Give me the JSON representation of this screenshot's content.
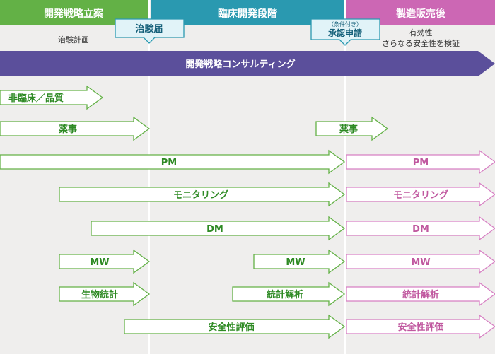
{
  "phases": {
    "strategy": {
      "label": "開発戦略立案",
      "note": "治験計画",
      "color": "#63b146"
    },
    "clinical": {
      "label": "臨床開発段階",
      "color": "#2a99b0"
    },
    "post": {
      "label": "製造販売後",
      "note_lines": [
        "有効性",
        "さらなる安全性を検証"
      ],
      "color": "#cc67b4"
    }
  },
  "milestones": {
    "ctn": {
      "label": "治験届"
    },
    "approval": {
      "label_small": "（条件付き）",
      "label": "承認申請"
    }
  },
  "consulting_band": {
    "label": "開発戦略コンサルティング",
    "color": "#5b4f9b"
  },
  "rows": [
    {
      "id": "nonclinical",
      "arrows": [
        {
          "label": "非臨床／品質",
          "style": "green"
        }
      ]
    },
    {
      "id": "regulatory",
      "arrows": [
        {
          "label": "薬事",
          "style": "green"
        },
        {
          "label": "薬事",
          "style": "green"
        }
      ]
    },
    {
      "id": "pm",
      "arrows": [
        {
          "label": "PM",
          "style": "green"
        },
        {
          "label": "PM",
          "style": "pink"
        }
      ]
    },
    {
      "id": "monitoring",
      "arrows": [
        {
          "label": "モニタリング",
          "style": "green"
        },
        {
          "label": "モニタリング",
          "style": "pink"
        }
      ]
    },
    {
      "id": "dm",
      "arrows": [
        {
          "label": "DM",
          "style": "green"
        },
        {
          "label": "DM",
          "style": "pink"
        }
      ]
    },
    {
      "id": "mw",
      "arrows": [
        {
          "label": "MW",
          "style": "green"
        },
        {
          "label": "MW",
          "style": "green"
        },
        {
          "label": "MW",
          "style": "pink"
        }
      ]
    },
    {
      "id": "stats",
      "arrows": [
        {
          "label": "生物統計",
          "style": "green"
        },
        {
          "label": "統計解析",
          "style": "green"
        },
        {
          "label": "統計解析",
          "style": "pink"
        }
      ]
    },
    {
      "id": "safety",
      "arrows": [
        {
          "label": "安全性評価",
          "style": "green"
        },
        {
          "label": "安全性評価",
          "style": "pink"
        }
      ]
    }
  ],
  "styles": {
    "green": {
      "stroke": "#63b146",
      "text": "#2e8a24"
    },
    "pink": {
      "stroke": "#d77fc3",
      "text": "#c0589f"
    }
  },
  "colors": {
    "background": "#efeeed",
    "divider": "#ffffff",
    "note_text": "#333333",
    "milestone_fill": "#e1f3f8",
    "milestone_stroke": "#2a99b0",
    "milestone_text": "#15607a"
  }
}
